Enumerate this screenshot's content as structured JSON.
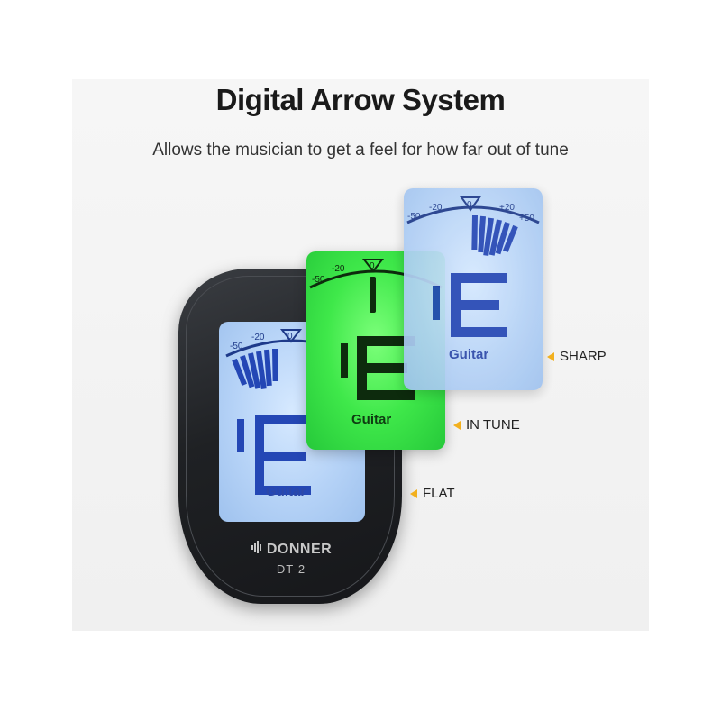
{
  "headline": "Digital Arrow System",
  "subheadline": "Allows the musician to get a feel for how far out of tune",
  "device": {
    "brand": "DONNER",
    "model": "DT-2",
    "logo_icon": "donner-logo-icon"
  },
  "screens": {
    "flat": {
      "scale_labels": [
        "-50",
        "-20",
        "0"
      ],
      "note": "E",
      "instrument": "Guitar",
      "backlight": "#b6d3f7"
    },
    "in_tune": {
      "scale_labels": [
        "-50",
        "-20",
        "0"
      ],
      "note": "E",
      "instrument": "Guitar",
      "backlight": "#3fe84a"
    },
    "sharp": {
      "scale_labels": [
        "-50",
        "-20",
        "0",
        "+20",
        "+50"
      ],
      "note": "E",
      "instrument": "Guitar",
      "backlight": "#b6d3f7"
    }
  },
  "callouts": {
    "sharp": "SHARP",
    "in_tune": "IN TUNE",
    "flat": "FLAT",
    "marker_color": "#f2b01e"
  }
}
